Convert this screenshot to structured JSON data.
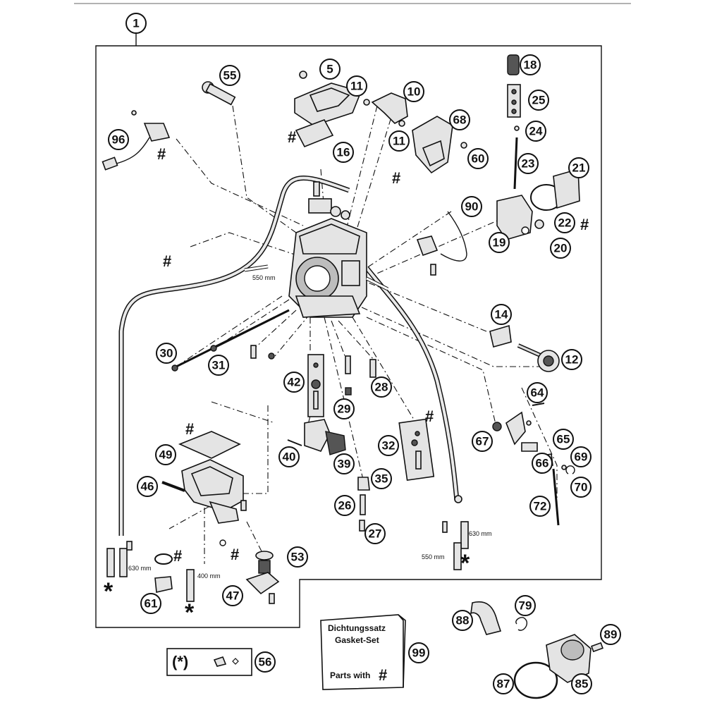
{
  "assembly_number": "1",
  "callouts": [
    {
      "id": "c5",
      "label": "5"
    },
    {
      "id": "c10",
      "label": "10"
    },
    {
      "id": "c11a",
      "label": "11"
    },
    {
      "id": "c11b",
      "label": "11"
    },
    {
      "id": "c12",
      "label": "12"
    },
    {
      "id": "c14",
      "label": "14"
    },
    {
      "id": "c16",
      "label": "16"
    },
    {
      "id": "c18",
      "label": "18"
    },
    {
      "id": "c19",
      "label": "19"
    },
    {
      "id": "c20",
      "label": "20"
    },
    {
      "id": "c21",
      "label": "21"
    },
    {
      "id": "c22",
      "label": "22"
    },
    {
      "id": "c23",
      "label": "23"
    },
    {
      "id": "c24",
      "label": "24"
    },
    {
      "id": "c25",
      "label": "25"
    },
    {
      "id": "c26",
      "label": "26"
    },
    {
      "id": "c27",
      "label": "27"
    },
    {
      "id": "c28",
      "label": "28"
    },
    {
      "id": "c29",
      "label": "29"
    },
    {
      "id": "c30",
      "label": "30"
    },
    {
      "id": "c31",
      "label": "31"
    },
    {
      "id": "c32",
      "label": "32"
    },
    {
      "id": "c35",
      "label": "35"
    },
    {
      "id": "c39",
      "label": "39"
    },
    {
      "id": "c40",
      "label": "40"
    },
    {
      "id": "c42",
      "label": "42"
    },
    {
      "id": "c46",
      "label": "46"
    },
    {
      "id": "c47",
      "label": "47"
    },
    {
      "id": "c49",
      "label": "49"
    },
    {
      "id": "c53",
      "label": "53"
    },
    {
      "id": "c55",
      "label": "55"
    },
    {
      "id": "c56",
      "label": "56"
    },
    {
      "id": "c60",
      "label": "60"
    },
    {
      "id": "c61",
      "label": "61"
    },
    {
      "id": "c64",
      "label": "64"
    },
    {
      "id": "c65",
      "label": "65"
    },
    {
      "id": "c66",
      "label": "66"
    },
    {
      "id": "c67",
      "label": "67"
    },
    {
      "id": "c68",
      "label": "68"
    },
    {
      "id": "c69",
      "label": "69"
    },
    {
      "id": "c70",
      "label": "70"
    },
    {
      "id": "c72",
      "label": "72"
    },
    {
      "id": "c79",
      "label": "79"
    },
    {
      "id": "c85",
      "label": "85"
    },
    {
      "id": "c87",
      "label": "87"
    },
    {
      "id": "c88",
      "label": "88"
    },
    {
      "id": "c89",
      "label": "89"
    },
    {
      "id": "c90",
      "label": "90"
    },
    {
      "id": "c96",
      "label": "96"
    },
    {
      "id": "c99",
      "label": "99"
    }
  ],
  "gasket_marks": {
    "symbol": "#"
  },
  "asterisk_marks": {
    "symbol": "*"
  },
  "dimensions": {
    "hose_550_top": "550 mm",
    "hose_630_left": "630 mm",
    "hose_400": "400 mm",
    "hose_630_right": "630 mm",
    "hose_550_right": "550 mm"
  },
  "legend_box": {
    "text": "(*)"
  },
  "gasket_set_box": {
    "line1": "Dichtungssatz",
    "line2": "Gasket-Set",
    "line3": "Parts with",
    "mark": "#"
  }
}
